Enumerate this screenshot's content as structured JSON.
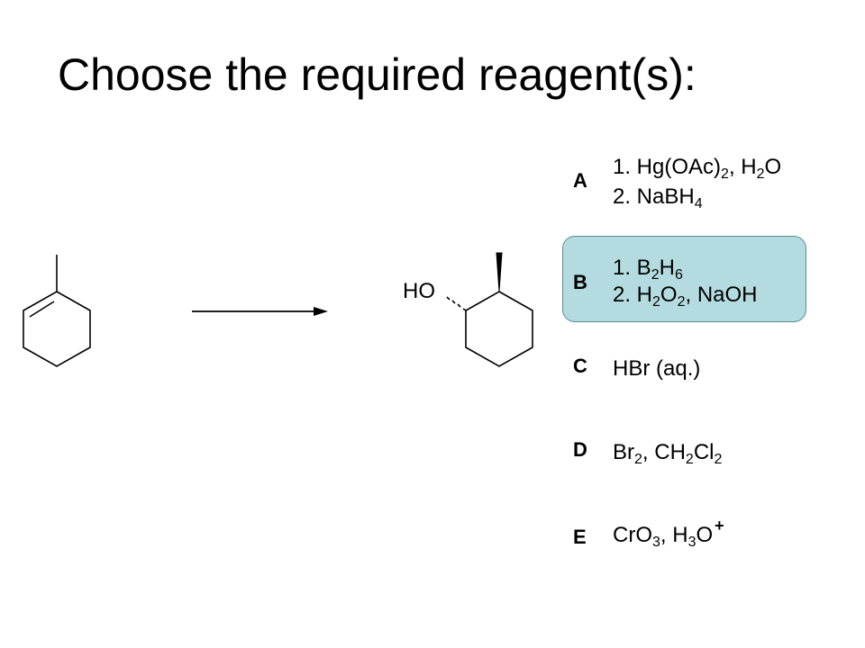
{
  "title": "Choose the required reagent(s):",
  "product_label": "HO",
  "options": {
    "A": {
      "letter": "A",
      "step1": [
        "1. Hg(OAc)",
        "2",
        ", H",
        "2",
        "O"
      ],
      "step2": [
        "2. NaBH",
        "4"
      ]
    },
    "B": {
      "letter": "B",
      "step1": [
        "1. B",
        "2",
        "H",
        "6"
      ],
      "step2": [
        "2. H",
        "2",
        "O",
        "2",
        ", NaOH"
      ],
      "selected": true
    },
    "C": {
      "letter": "C",
      "text": "HBr (aq.)"
    },
    "D": {
      "letter": "D",
      "text": [
        "Br",
        "2",
        ", CH",
        "2",
        "Cl",
        "2"
      ]
    },
    "E": {
      "letter": "E",
      "text": [
        "CrO",
        "3",
        ", H",
        "3",
        "O",
        "+"
      ]
    }
  },
  "colors": {
    "highlight_fill": "#b4dce0",
    "highlight_border": "#5e8c90"
  }
}
